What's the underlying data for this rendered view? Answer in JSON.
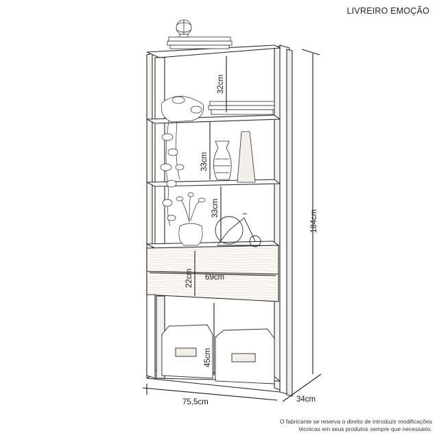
{
  "product": {
    "title": "LIVREIRO EMOÇÃO"
  },
  "dimensions": {
    "shelf_gap_top": "32cm",
    "shelf_gap_2": "33cm",
    "shelf_gap_3": "33cm",
    "drawer_height": "22cm",
    "drawer_width": "69cm",
    "bottom_gap": "45cm",
    "total_height": "184cm",
    "total_width": "75,5cm",
    "depth": "34cm"
  },
  "disclaimer": {
    "line1": "O fabricante se reserva o direito de introduzir modificações",
    "line2": "técnicas em seus produtos sempre que necessário."
  }
}
